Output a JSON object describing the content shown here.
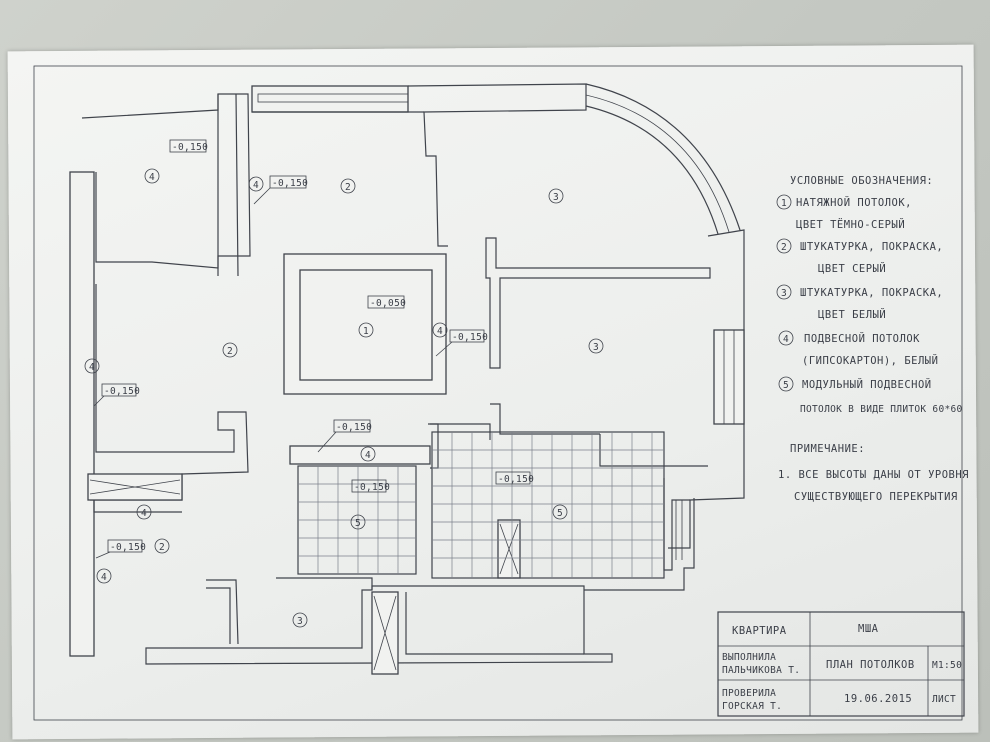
{
  "legend": {
    "title": "УСЛОВНЫЕ ОБОЗНАЧЕНИЯ:",
    "items": [
      {
        "num": "1",
        "lines": [
          "НАТЯЖНОЙ ПОТОЛОК,",
          "ЦВЕТ ТЁМНО-СЕРЫЙ"
        ]
      },
      {
        "num": "2",
        "lines": [
          "ШТУКАТУРКА, ПОКРАСКА,",
          "ЦВЕТ СЕРЫЙ"
        ]
      },
      {
        "num": "3",
        "lines": [
          "ШТУКАТУРКА, ПОКРАСКА,",
          "ЦВЕТ БЕЛЫЙ"
        ]
      },
      {
        "num": "4",
        "lines": [
          "ПОДВЕСНОЙ ПОТОЛОК",
          "(ГИПСОКАРТОН), БЕЛЫЙ"
        ]
      },
      {
        "num": "5",
        "lines": [
          "МОДУЛЬНЫЙ ПОДВЕСНОЙ",
          "ПОТОЛОК В ВИДЕ ПЛИТОК 60*60"
        ]
      }
    ]
  },
  "note": {
    "title": "ПРИМЕЧАНИЕ:",
    "lines": [
      "1. ВСЕ ВЫСОТЫ ДАНЫ ОТ УРОВНЯ",
      "СУЩЕСТВУЮЩЕГО ПЕРЕКРЫТИЯ"
    ]
  },
  "title_block": {
    "c1": "КВАРТИРА",
    "c2": "МША",
    "r2l": [
      "ВЫПОЛНИЛА",
      "ПАЛЬЧИКОВА Т."
    ],
    "r2m": "ПЛАН ПОТОЛКОВ",
    "r2r": "М1:50",
    "r3l": [
      "ПРОВЕРИЛА",
      "ГОРСКАЯ Т."
    ],
    "r3m": "19.06.2015",
    "r3r": "ЛИСТ"
  },
  "levels": {
    "a": "-0,150",
    "b": "-0,150",
    "c": "-0,050",
    "d": "-0,150",
    "e": "-0,150",
    "f": "-0,150",
    "g": "-0,150",
    "h": "-0,150",
    "i": "-0,150"
  },
  "zones": {
    "z1": "4",
    "z2": "4",
    "z3": "2",
    "z4": "3",
    "z5": "1",
    "z6": "4",
    "z7": "2",
    "z8": "3",
    "z9": "4",
    "z10": "4",
    "z11": "5",
    "z12": "5",
    "z13": "4",
    "z14": "2",
    "z15": "4",
    "z16": "3"
  }
}
